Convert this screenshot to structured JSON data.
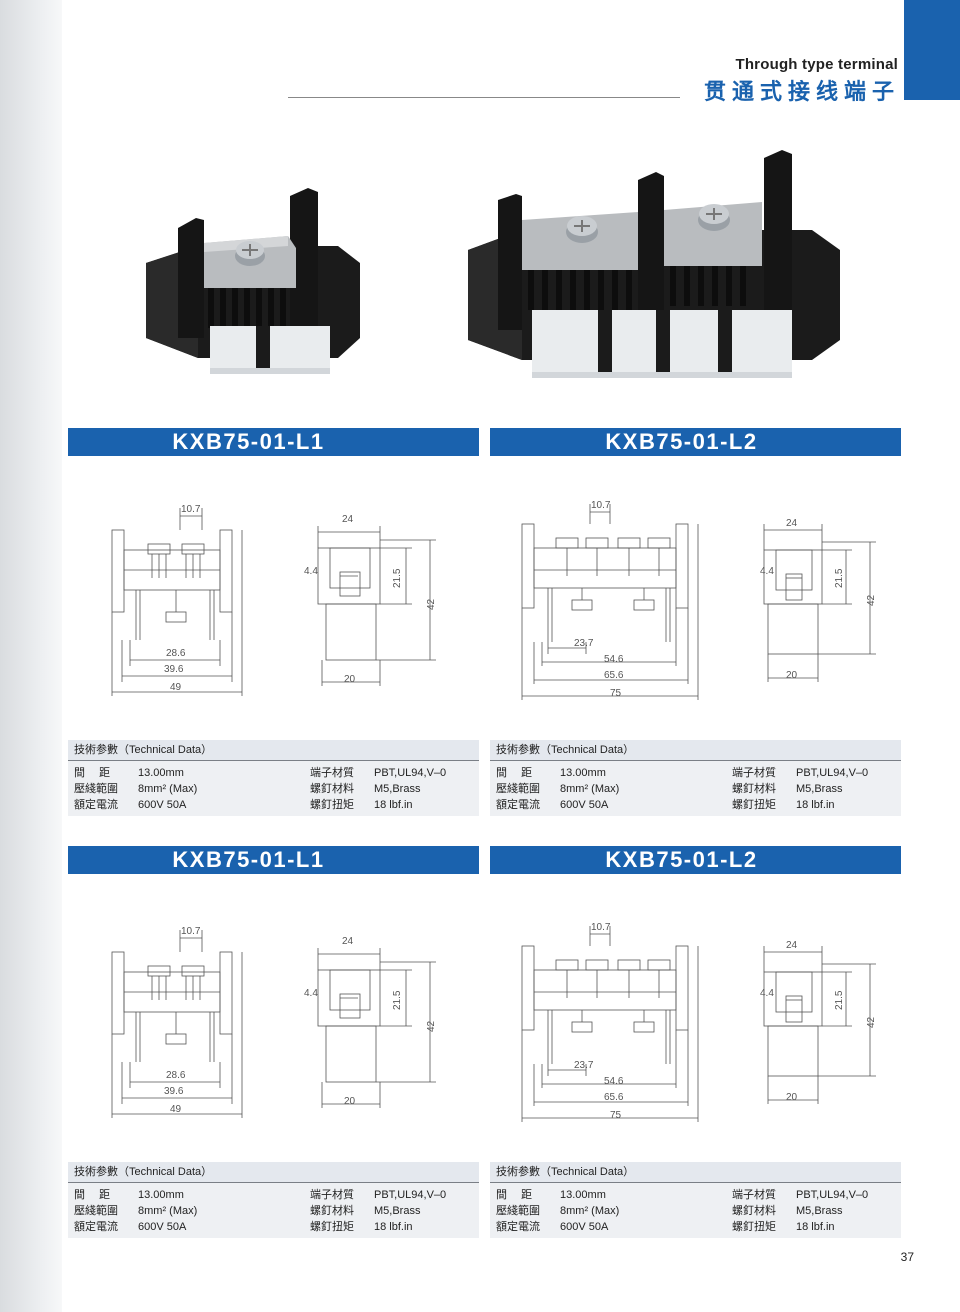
{
  "header": {
    "title_en": "Through type terminal",
    "title_cn": "贯通式接线端子"
  },
  "sections": [
    {
      "model": "KXB75-01-L1",
      "dims_front": [
        "10.7",
        "28.6",
        "39.6",
        "49"
      ],
      "dims_side": [
        "24",
        "4.4",
        "21.5",
        "42",
        "20"
      ]
    },
    {
      "model": "KXB75-01-L2",
      "dims_front": [
        "10.7",
        "23.7",
        "54.6",
        "65.6",
        "75"
      ],
      "dims_side": [
        "24",
        "4.4",
        "21.5",
        "42",
        "20"
      ]
    },
    {
      "model": "KXB75-01-L1",
      "dims_front": [
        "10.7",
        "28.6",
        "39.6",
        "49"
      ],
      "dims_side": [
        "24",
        "4.4",
        "21.5",
        "42",
        "20"
      ]
    },
    {
      "model": "KXB75-01-L2",
      "dims_front": [
        "10.7",
        "23.7",
        "54.6",
        "65.6",
        "75"
      ],
      "dims_side": [
        "24",
        "4.4",
        "21.5",
        "42",
        "20"
      ]
    }
  ],
  "tech": {
    "title": "技術参數（Technical Data）",
    "rows": [
      {
        "k1": "間距",
        "v1": "13.00mm",
        "k2": "端子材質",
        "v2": "PBT,UL94,V–0"
      },
      {
        "k1": "壓綫範圍",
        "v1": "8mm² (Max)",
        "k2": "螺釘材料",
        "v2": "M5,Brass"
      },
      {
        "k1": "額定電流",
        "v1": "600V 50A",
        "k2": "螺釘扭矩",
        "v2": "18 lbf.in"
      }
    ]
  },
  "page_number": "37",
  "colors": {
    "brand_blue": "#1a62ae",
    "table_bg": "#eef0f3"
  }
}
